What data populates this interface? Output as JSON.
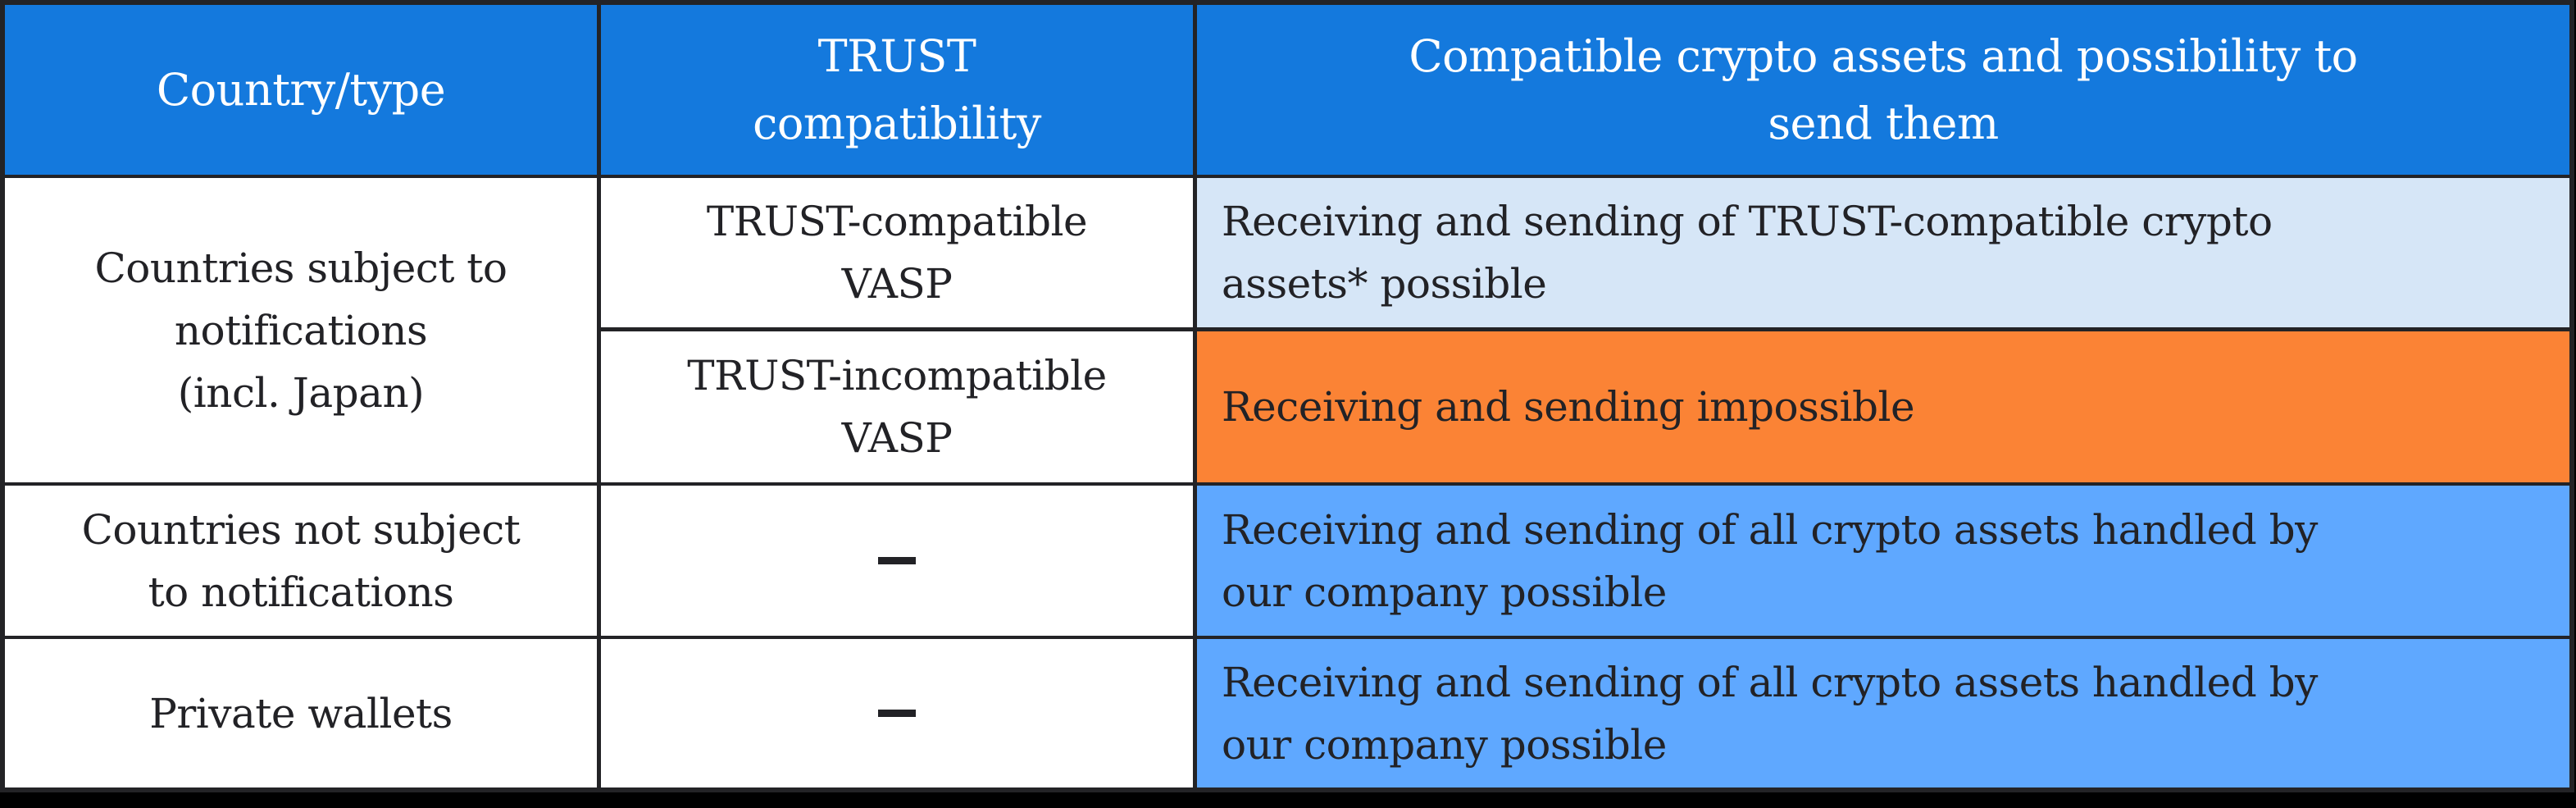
{
  "table": {
    "colors": {
      "header_bg": "#1479DD",
      "header_text": "#FFFFFF",
      "border": "#232326",
      "compatible_bg": "#D6E6F7",
      "impossible_bg": "#FB8335",
      "all_assets_bg": "#5FA8FF",
      "body_text": "#222226"
    },
    "headers": {
      "country_type": "Country/type",
      "trust_compatibility": "TRUST\ncompatibility",
      "compatible_assets": "Compatible crypto assets and possibility to\nsend them"
    },
    "rows": [
      {
        "country_type": "Countries subject to\nnotifications\n(incl. Japan)",
        "sub_rows": [
          {
            "trust_compatibility": "TRUST-compatible\nVASP",
            "compatible_assets": "Receiving and sending of TRUST-compatible crypto\nassets* possible"
          },
          {
            "trust_compatibility": "TRUST-incompatible\nVASP",
            "compatible_assets": "Receiving and sending impossible"
          }
        ]
      },
      {
        "country_type": "Countries not subject\nto notifications",
        "trust_compatibility": "–",
        "compatible_assets": "Receiving and sending of all crypto assets handled by\nour company possible"
      },
      {
        "country_type": "Private wallets",
        "trust_compatibility": "–",
        "compatible_assets": "Receiving and sending of all crypto assets handled by\nour company possible"
      }
    ]
  }
}
